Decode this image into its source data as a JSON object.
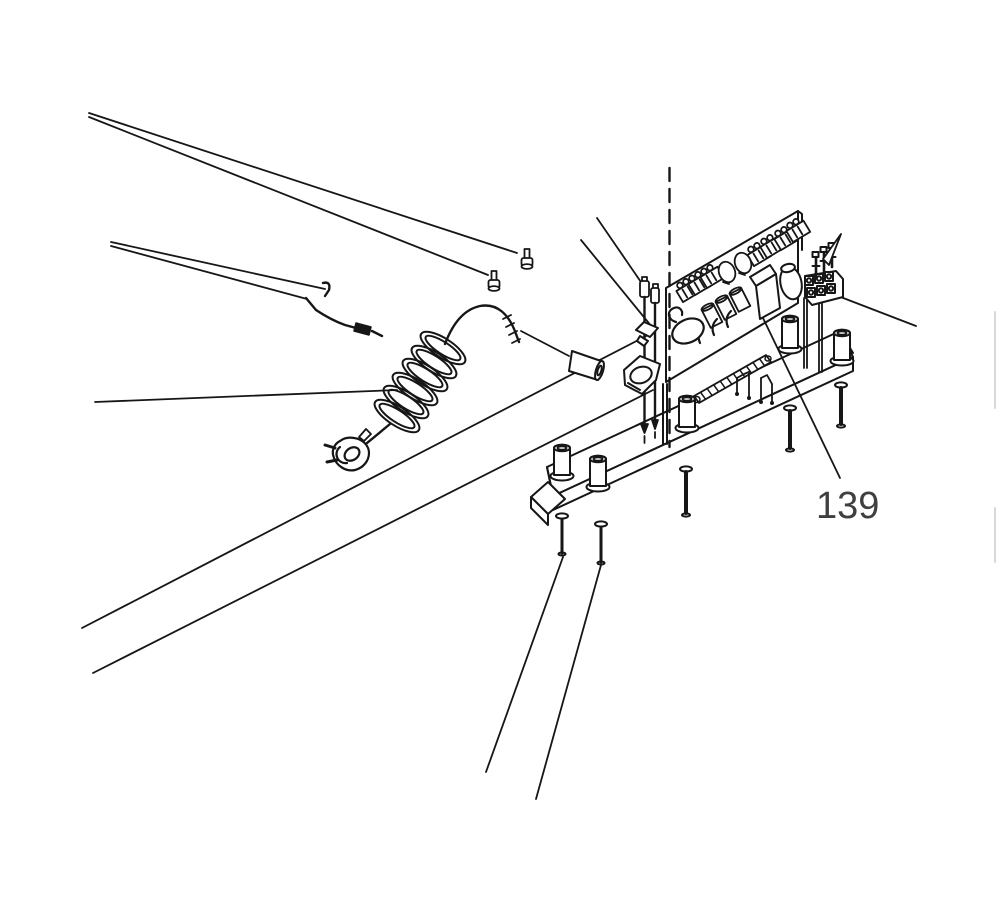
{
  "diagram": {
    "type": "exploded-parts-diagram",
    "subject": "control board and mounting plate assembly with power cord",
    "callout": {
      "text": "139"
    }
  },
  "colors": {
    "ink": "#161616",
    "background": "#ffffff",
    "callout_text": "#3f3f3f",
    "page_edge": "#d8d8d8"
  }
}
